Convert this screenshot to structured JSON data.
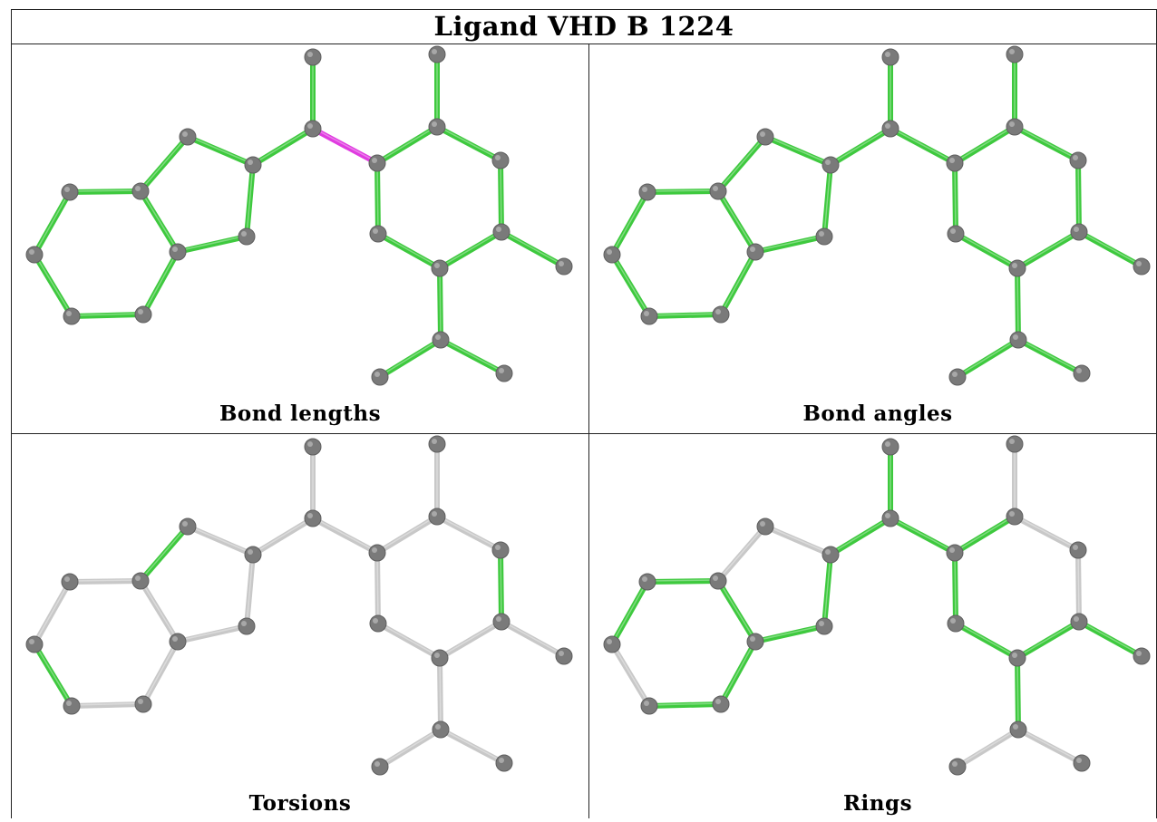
{
  "title": "Ligand VHD B 1224",
  "panels": [
    {
      "caption": "Bond lengths",
      "default_color": "green",
      "overrides": {
        "12": "magenta"
      }
    },
    {
      "caption": "Bond angles",
      "default_color": "green",
      "overrides": {}
    },
    {
      "caption": "Torsions",
      "default_color": "grey",
      "overrides": {
        "5": "green",
        "6": "green",
        "16": "green"
      }
    },
    {
      "caption": "Rings",
      "default_color": "grey",
      "overrides": {
        "0": "green",
        "1": "green",
        "2": "green",
        "3": "green",
        "4": "green",
        "8": "green",
        "9": "green",
        "10": "green",
        "11": "green",
        "12": "green",
        "13": "green",
        "17": "green",
        "18": "green",
        "19": "green",
        "20": "green",
        "21": "green"
      }
    }
  ],
  "colors": {
    "green": "#3ec93e",
    "magenta": "#e03ce0",
    "grey": "#c8c8c8",
    "atom": "#7a7a7a",
    "border": "#222222"
  }
}
